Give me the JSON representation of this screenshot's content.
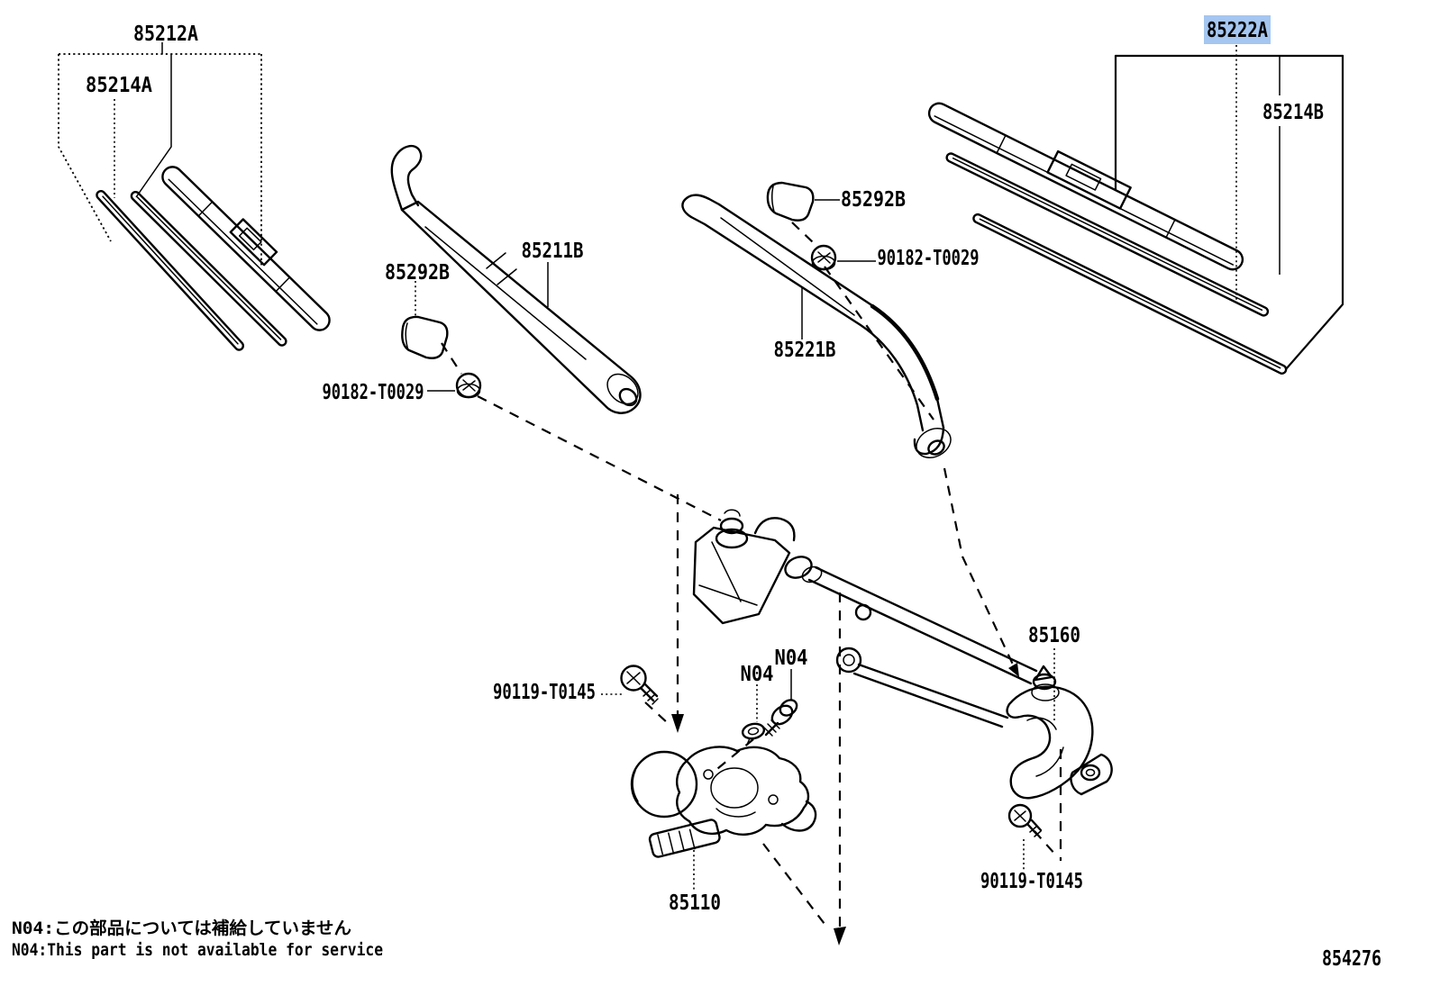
{
  "diagram": {
    "drawing_number": "854276",
    "notes": {
      "jp": "N04:この部品については補給していません",
      "en": "N04:This part is not available for service"
    },
    "highlight": {
      "bg": "#a4c6f0",
      "fg": "#17377a"
    }
  },
  "part_labels": {
    "blade_assy_left": "85212A",
    "blade_rubber_left": "85214A",
    "blade_assy_right": "85222A",
    "blade_rubber_right": "85214B",
    "arm_cap": "85292B",
    "arm_nut": "90182-T0029",
    "arm_left": "85211B",
    "arm_right": "85221B",
    "link_assy": "85160",
    "motor": "85110",
    "link_bolt": "90119-T0145",
    "code_not_available": "N04"
  }
}
